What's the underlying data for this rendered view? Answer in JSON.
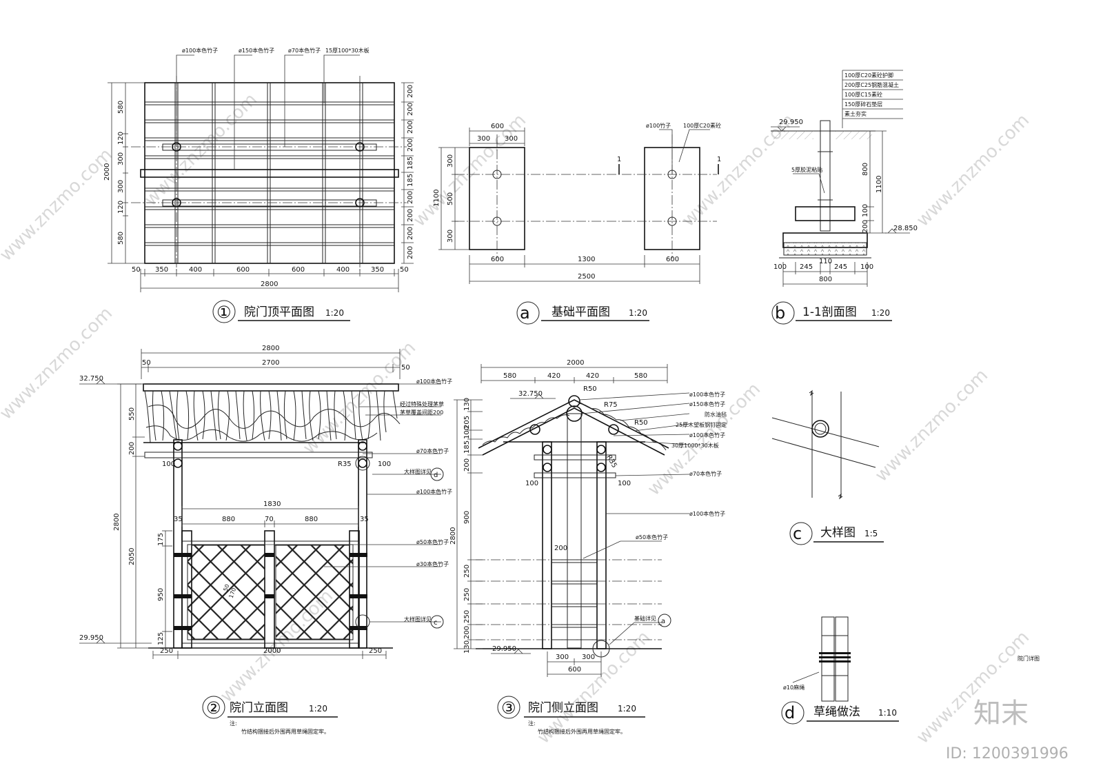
{
  "watermark": "www.znzmo.com",
  "logo": "知末",
  "image_id": "ID: 1200391996",
  "sheet_caption": "院门详图",
  "view1": {
    "num": "①",
    "title": "院门顶平面图",
    "scale": "1:20",
    "callouts": [
      "ø100本色竹子",
      "ø150本色竹子",
      "ø70本色竹子",
      "15厚100*30木板"
    ],
    "dims_bottom": [
      "350",
      "400",
      "600",
      "600",
      "400",
      "350"
    ],
    "edge": "50",
    "total": "2800",
    "dims_left": [
      "580",
      "120",
      "300",
      "300",
      "120",
      "580"
    ],
    "left_total": "2000",
    "dims_right": [
      "200",
      "200",
      "200",
      "200",
      "185",
      "185",
      "200",
      "200",
      "200",
      "200"
    ]
  },
  "viewa": {
    "num": "a",
    "title": "基础平面图",
    "scale": "1:20",
    "top": [
      "600",
      "300",
      "300"
    ],
    "left": [
      "300",
      "500",
      "300"
    ],
    "left_total": "1100",
    "bottom": [
      "600",
      "1300",
      "600"
    ],
    "bottom_total": "2500",
    "callouts": [
      "ø100竹子",
      "100厚C20素砼"
    ],
    "cut": "1"
  },
  "viewb": {
    "num": "b",
    "title": "1-1剖面图",
    "scale": "1:20",
    "layers": [
      "100厚C20素砼护脚",
      "200厚C25钢筋混凝土",
      "100厚C15素砼",
      "150厚碎石垫层",
      "素土夯实"
    ],
    "lvl_top": "29.950",
    "lvl_bot": "28.850",
    "glue": "5厚胶泥粘贴",
    "right": [
      "800",
      "1100",
      "100",
      "200"
    ],
    "bottom": [
      "100",
      "245",
      "110",
      "245",
      "100"
    ],
    "bottom_total": "800"
  },
  "viewc": {
    "num": "c",
    "title": "大样图",
    "scale": "1:5"
  },
  "viewd": {
    "num": "d",
    "title": "草绳做法",
    "scale": "1:10",
    "callout": "ø10麻绳"
  },
  "view2": {
    "num": "②",
    "title": "院门立面图",
    "scale": "1:20",
    "top_total": "2800",
    "top_inner": "2700",
    "edge": "50",
    "lvl_top": "32.750",
    "lvl_bot": "29.950",
    "callouts": [
      "ø100本色竹子",
      "经过特殊处理茅草",
      "茅草覆盖间距200",
      "ø70本色竹子",
      "大样图详见",
      "ø100本色竹子",
      "ø50本色竹子",
      "ø30本色竹子",
      "大样图详见"
    ],
    "left": [
      "550",
      "200",
      "175",
      "950",
      "125"
    ],
    "left_total": "2800",
    "left_mid": "2050",
    "gate": [
      "1830",
      "880",
      "70",
      "880",
      "35",
      "35"
    ],
    "r35": "R35",
    "n100": "100",
    "bottom": [
      "250",
      "2000",
      "250"
    ],
    "lattice": [
      "50",
      "170"
    ],
    "note_title": "注:",
    "note": "竹结构捆接后外围再用草绳固定牢。"
  },
  "view3": {
    "num": "③",
    "title": "院门侧立面图",
    "scale": "1:20",
    "top": [
      "2000",
      "580",
      "420",
      "420",
      "580"
    ],
    "lvl_top": "32.750",
    "lvl_bot": "29.950",
    "radii": [
      "R50",
      "R75",
      "R50",
      "R35"
    ],
    "callouts": [
      "ø100本色竹子",
      "ø150本色竹子",
      "防水油毡",
      "25厚木望板钢钉固定",
      "ø100本色竹子",
      "30厚1000*30木板",
      "ø70本色竹子",
      "ø100本色竹子",
      "ø50本色竹子",
      "基础详见"
    ],
    "left": [
      "130",
      "205",
      "100",
      "185",
      "200",
      "900",
      "250",
      "250",
      "250",
      "200",
      "130"
    ],
    "left_total": "2800",
    "n100": "100",
    "n200": "200",
    "bottom": [
      "300",
      "300"
    ],
    "bottom_total": "600"
  }
}
